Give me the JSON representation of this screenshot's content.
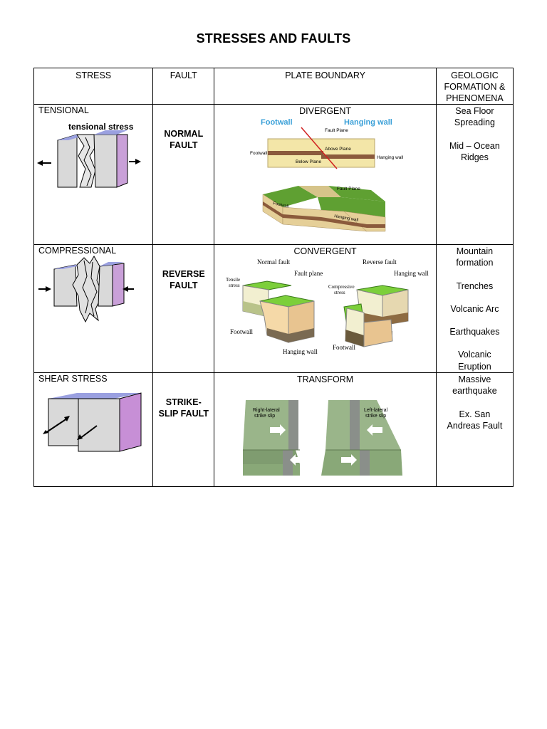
{
  "title": "STRESSES AND FAULTS",
  "headers": {
    "stress": "STRESS",
    "fault": "FAULT",
    "plate_boundary": "PLATE BOUNDARY",
    "geologic_line1": "GEOLOGIC",
    "geologic_line2": "FORMATION &",
    "geologic_line3": "PHENOMENA"
  },
  "rows": [
    {
      "stress": "TENSIONAL",
      "stress_diagram_label": "tensional stress",
      "fault_line1": "NORMAL",
      "fault_line2": "FAULT",
      "boundary": "DIVERGENT",
      "boundary_labels": {
        "footwall_title": "Footwall",
        "hanging_wall_title": "Hanging wall",
        "fault_plane": "Fault Plane",
        "footwall": "Footwall",
        "above_plane": "Above Plane",
        "below_plane": "Below Plane",
        "hanging_wall": "Hanging wall",
        "fault_plane_3d": "Fault Plane",
        "footwall_3d": "Footwall",
        "hanging_wall_3d": "Hanging wall"
      },
      "geologic": [
        "Sea Floor",
        "Spreading",
        "",
        "Mid – Ocean",
        "Ridges"
      ]
    },
    {
      "stress": "COMPRESSIONAL",
      "fault_line1": "REVERSE",
      "fault_line2": "FAULT",
      "boundary": "CONVERGENT",
      "boundary_labels": {
        "normal_fault": "Normal fault",
        "reverse_fault": "Reverse fault",
        "fault_plane": "Fault plane",
        "hanging_wall": "Hanging wall",
        "tensile_1": "Tensile",
        "tensile_2": "stress",
        "compressive_1": "Compressive",
        "compressive_2": "stress",
        "footwall_left": "Footwall",
        "hanging_wall_bottom": "Hanging wall",
        "footwall_right": "Footwall"
      },
      "geologic": [
        "Mountain",
        "formation",
        "",
        "Trenches",
        "",
        "Volcanic Arc",
        "",
        "Earthquakes",
        "",
        "Volcanic",
        "Eruption"
      ]
    },
    {
      "stress": "SHEAR STRESS",
      "fault_line1": "STRIKE-",
      "fault_line2": "SLIP FAULT",
      "boundary": "TRANSFORM",
      "boundary_labels": {
        "right_lateral_1": "Right-lateral",
        "right_lateral_2": "strike slip",
        "left_lateral_1": "Left-lateral",
        "left_lateral_2": "strike slip"
      },
      "geologic": [
        "Massive",
        "earthquake",
        "",
        "Ex. San",
        "Andreas Fault"
      ]
    }
  ],
  "colors": {
    "block_gray": "#d9d9d9",
    "block_top": "#9aa0e0",
    "block_side": "#c9a0d8",
    "grass": "#6aa83a",
    "sand": "#e8d49a",
    "rock_band": "#8b5a3c",
    "transform_green": "#8fae7c",
    "title_blue": "#3aa0d8"
  }
}
